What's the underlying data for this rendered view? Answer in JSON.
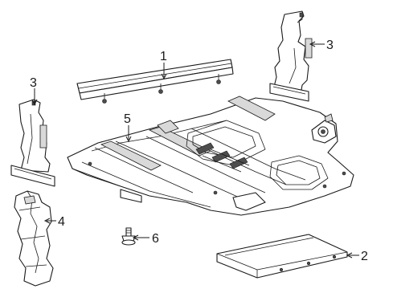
{
  "diagram": {
    "callouts": {
      "c1": "1",
      "c2": "2",
      "c3_right": "3",
      "c3_left": "3",
      "c4": "4",
      "c5": "5",
      "c6": "6"
    }
  }
}
